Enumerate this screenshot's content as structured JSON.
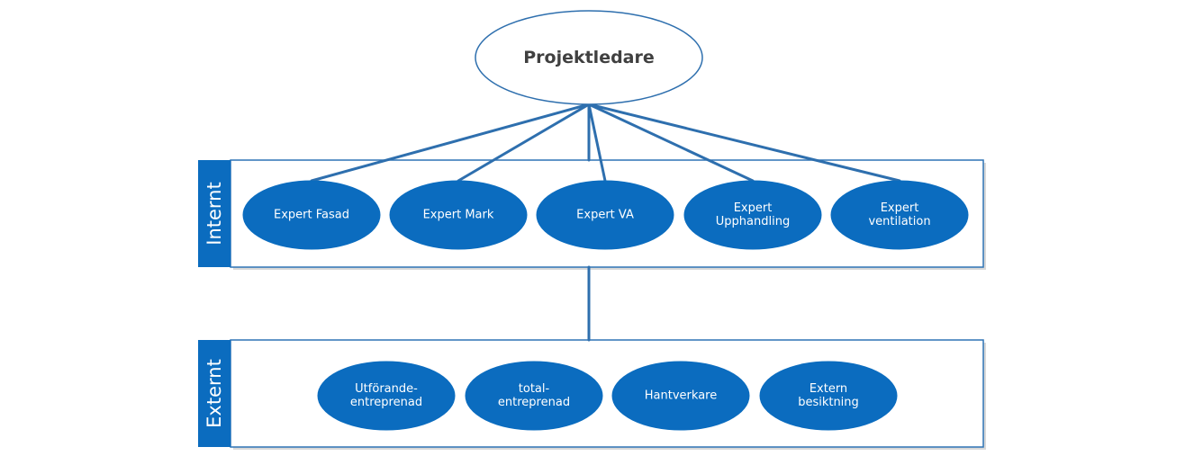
{
  "root": {
    "label": "Projektledare"
  },
  "groups": [
    {
      "id": "intern",
      "label": "Internt",
      "nodes": [
        {
          "id": "expert-fasad",
          "lines": [
            "Expert Fasad"
          ]
        },
        {
          "id": "expert-mark",
          "lines": [
            "Expert Mark"
          ]
        },
        {
          "id": "expert-va",
          "lines": [
            "Expert VA"
          ]
        },
        {
          "id": "expert-upphandling",
          "lines": [
            "Expert",
            "Upphandling"
          ]
        },
        {
          "id": "expert-ventilation",
          "lines": [
            "Expert",
            "ventilation"
          ]
        }
      ]
    },
    {
      "id": "extern",
      "label": "Externt",
      "nodes": [
        {
          "id": "utforande-entreprenad",
          "lines": [
            "Utförande-",
            "entreprenad"
          ]
        },
        {
          "id": "total-entreprenad",
          "lines": [
            "total-",
            "entreprenad"
          ]
        },
        {
          "id": "hantverkare",
          "lines": [
            "Hantverkare"
          ]
        },
        {
          "id": "extern-besiktning",
          "lines": [
            "Extern",
            "besiktning"
          ]
        }
      ]
    }
  ],
  "colors": {
    "node_fill": "#0b6cbf",
    "connector": "#2e6fae",
    "frame": "#2f74b5",
    "root_text": "#404040"
  }
}
